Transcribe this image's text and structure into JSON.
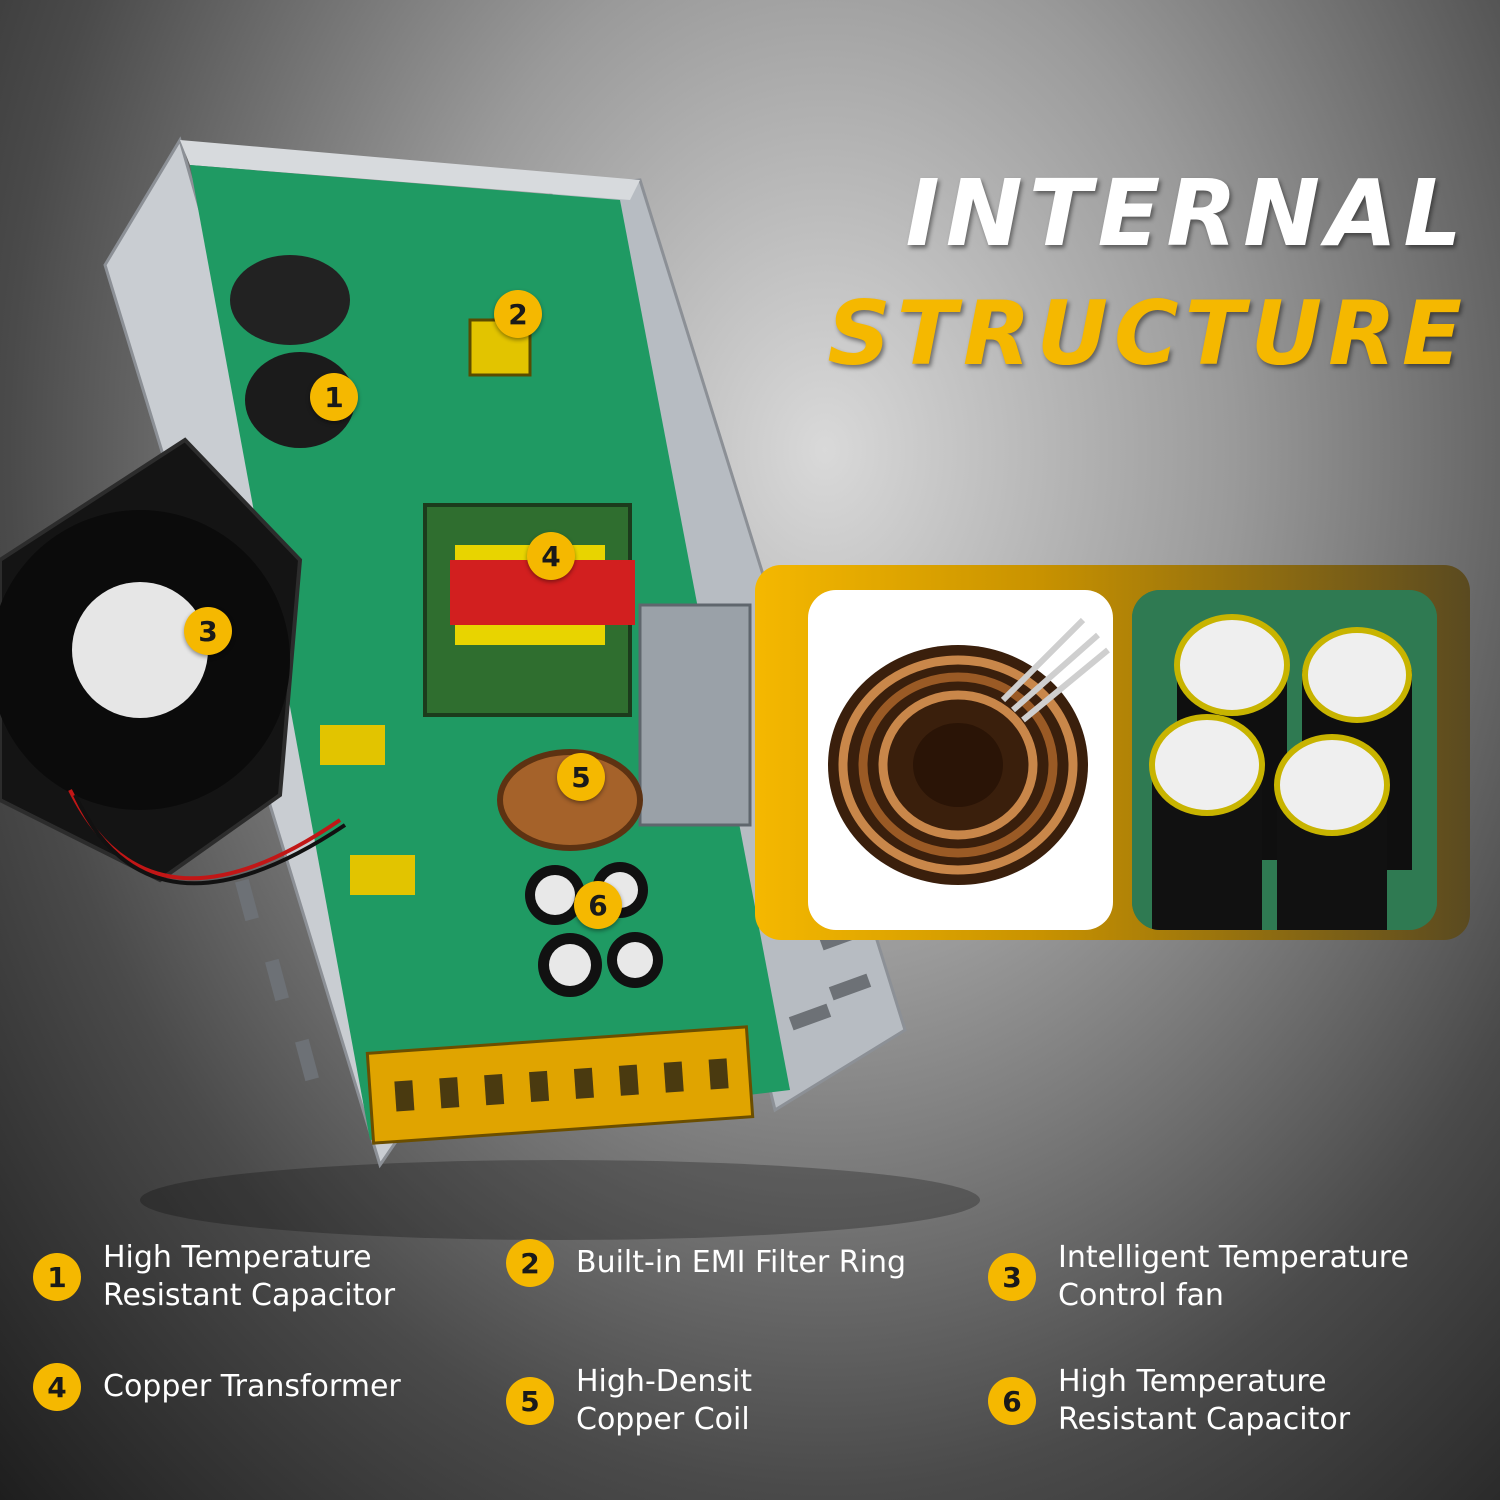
{
  "title": {
    "line1": "INTERNAL",
    "line2": "STRUCTURE"
  },
  "colors": {
    "accent": "#f5b800",
    "title_primary": "#ffffff",
    "pcb_green": "#1f9a63"
  },
  "callouts": [
    "1",
    "2",
    "3",
    "4",
    "5",
    "6"
  ],
  "legend": [
    {
      "number": "1",
      "line1": "High Temperature",
      "line2": "Resistant Capacitor"
    },
    {
      "number": "2",
      "line1": "Built-in EMI Filter Ring",
      "line2": ""
    },
    {
      "number": "3",
      "line1": "Intelligent Temperature",
      "line2": "Control fan"
    },
    {
      "number": "4",
      "line1": "Copper Transformer",
      "line2": ""
    },
    {
      "number": "5",
      "line1": "High-Densit",
      "line2": "Copper Coil"
    },
    {
      "number": "6",
      "line1": "High Temperature",
      "line2": "Resistant Capacitor"
    }
  ]
}
